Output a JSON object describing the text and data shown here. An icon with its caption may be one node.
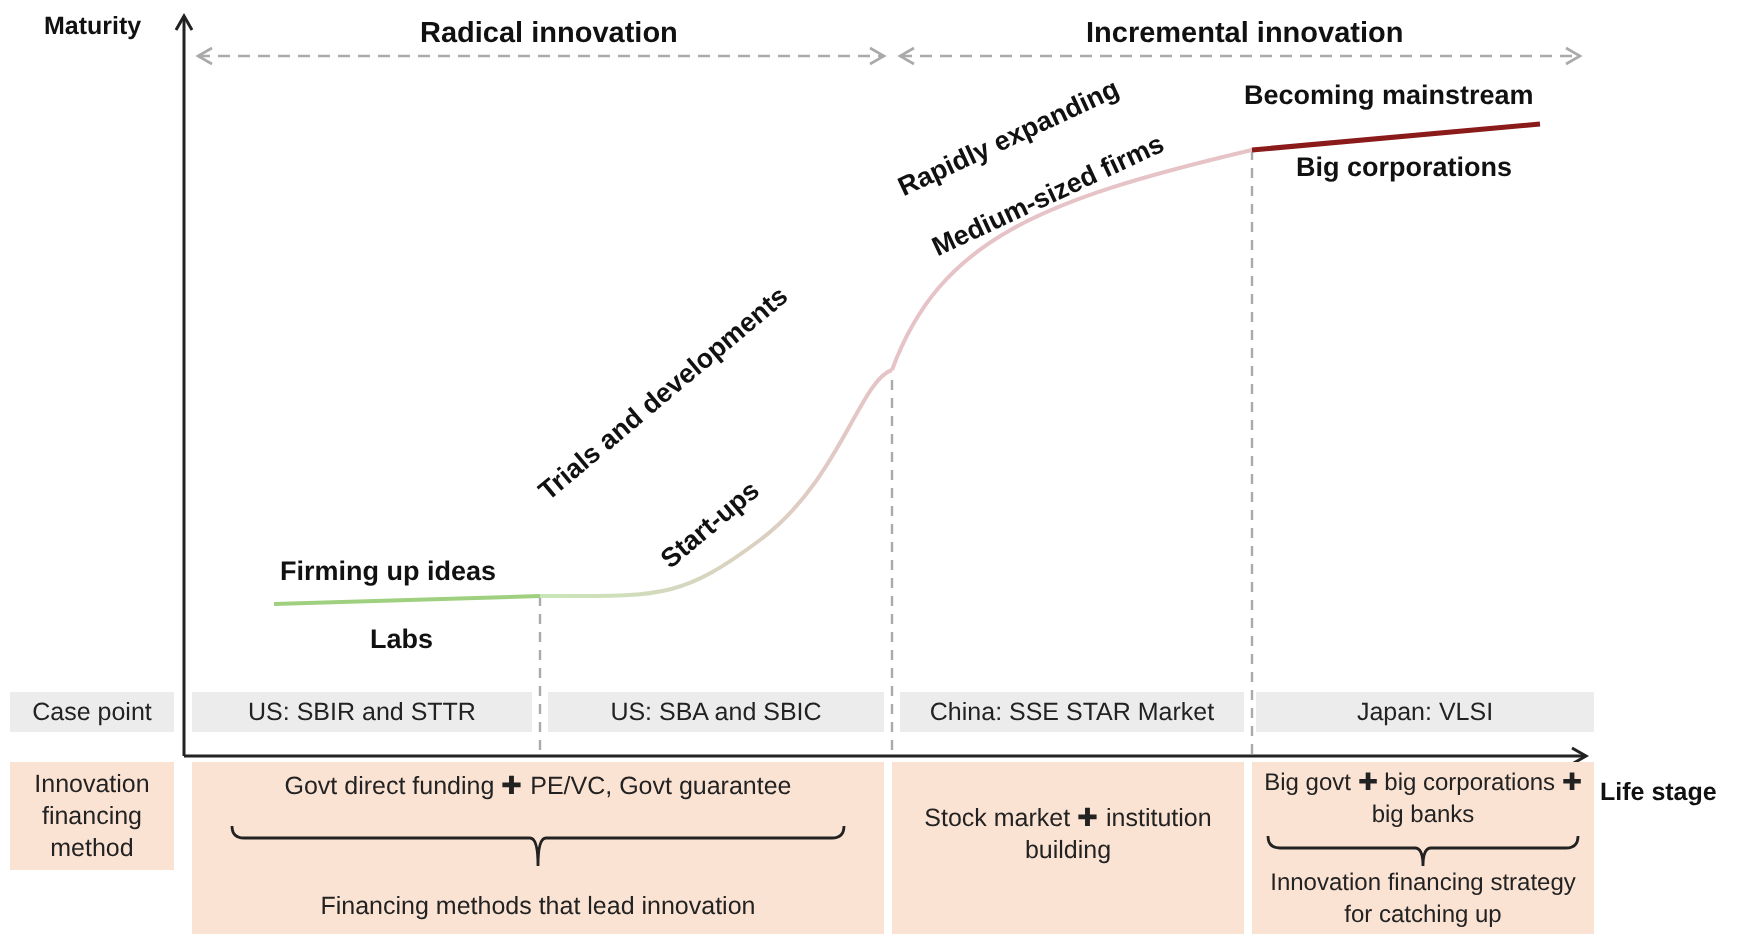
{
  "diagram": {
    "nodes": [
      {
        "text": [
          "Case point"
        ]
      },
      {
        "text": [
          "US: SBIR and STTR"
        ]
      },
      {
        "text": [
          "US: SBA and SBIC"
        ]
      },
      {
        "text": [
          "China: SSE STAR Market"
        ]
      },
      {
        "text": [
          "Japan: VLSI"
        ]
      },
      {
        "text": [
          "Innovation financing method"
        ]
      },
      {
        "text": [
          "Govt direct funding ✚ PE/VC, Govt guarantee",
          "Financing methods that lead innovation"
        ]
      },
      {
        "text": [
          "Stock market ✚ institution building"
        ]
      },
      {
        "text": [
          "Big govt ✚ big corporations ✚ big banks",
          "Innovation financing strategy for catching up"
        ]
      }
    ],
    "edges": [],
    "labels": [
      "Maturity",
      "Radical innovation",
      "Incremental innovation",
      "Becoming mainstream",
      "Big corporations",
      "Rapidly expanding",
      "Medium-sized firms",
      "Trials and developments",
      "Start-ups",
      "Firming up ideas",
      "Labs",
      "Life stage"
    ]
  }
}
